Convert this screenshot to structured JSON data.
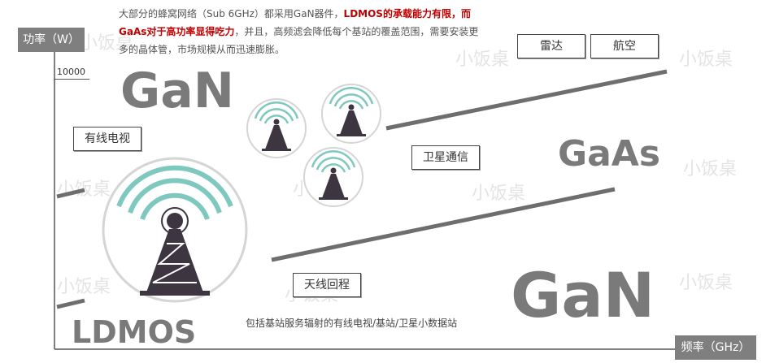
{
  "intro": {
    "line1": "大部分的蜂窝网络（Sub 6GHz）都采用GaN器件，",
    "line1_red": "LDMOS的承载能力有限，而",
    "line2_red": "GaAs对于高功率显得吃力",
    "line2": "，并且，高频滤会降低每个基站的覆盖范围，需要安装更",
    "line3": "多的晶体管，市场规模从而迅速膨胀。"
  },
  "axes": {
    "y_label": "功率（W）",
    "x_label": "频率（GHz）",
    "y_tick": "10000"
  },
  "technologies": {
    "gan_top": "GaN",
    "gaas": "GaAs",
    "gan_bottom": "GaN",
    "ldmos": "LDMOS"
  },
  "applications": {
    "radar": "雷达",
    "aviation": "航空",
    "cable_tv": "有线电视",
    "satellite": "卫星通信",
    "backhaul": "天线回程"
  },
  "footnote": "包括基站服务辐射的有线电视/基站/卫星小数据站",
  "watermark": "小饭桌",
  "colors": {
    "accent_red": "#c00000",
    "axis_label_bg": "#7f7f7f",
    "tower_dark": "#3d3540",
    "signal_teal": "#7ec8c0",
    "trend_line": "#6e6e6e"
  }
}
